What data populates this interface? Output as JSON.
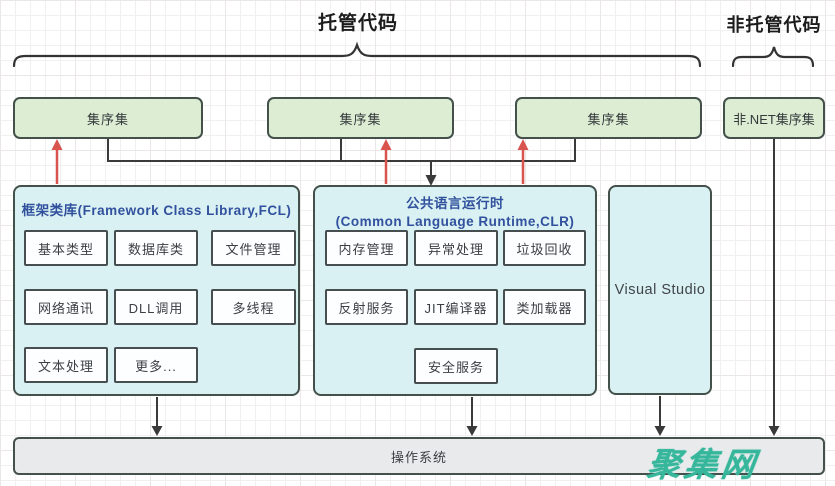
{
  "header": {
    "managed_label": "托管代码",
    "unmanaged_label": "非托管代码"
  },
  "assemblies": {
    "box1": "集序集",
    "box2": "集序集",
    "box3": "集序集",
    "non_dotnet": "非.NET集序集"
  },
  "fcl": {
    "title": "框架类库(Framework Class Library,FCL)",
    "items": [
      "基本类型",
      "数据库类",
      "文件管理",
      "网络通讯",
      "DLL调用",
      "多线程",
      "文本处理",
      "更多..."
    ]
  },
  "clr": {
    "title_line1": "公共语言运行时",
    "title_line2": "(Common Language Runtime,CLR)",
    "items": [
      "内存管理",
      "异常处理",
      "垃圾回收",
      "反射服务",
      "JIT编译器",
      "类加载器",
      "安全服务"
    ]
  },
  "visual_studio": {
    "label": "Visual Studio"
  },
  "os_bar": {
    "label": "操作系统"
  },
  "watermark": {
    "label": "聚集网"
  },
  "colors": {
    "assembly_fill": "#dcedd3",
    "container_fill": "#d9f1f2",
    "os_fill": "#e8eaeb",
    "box_border": "#43514a",
    "title_blue": "#31519e",
    "arrow_red": "#d9534f",
    "line_black": "#3a3a3a",
    "watermark_teal": "#36b79c"
  }
}
